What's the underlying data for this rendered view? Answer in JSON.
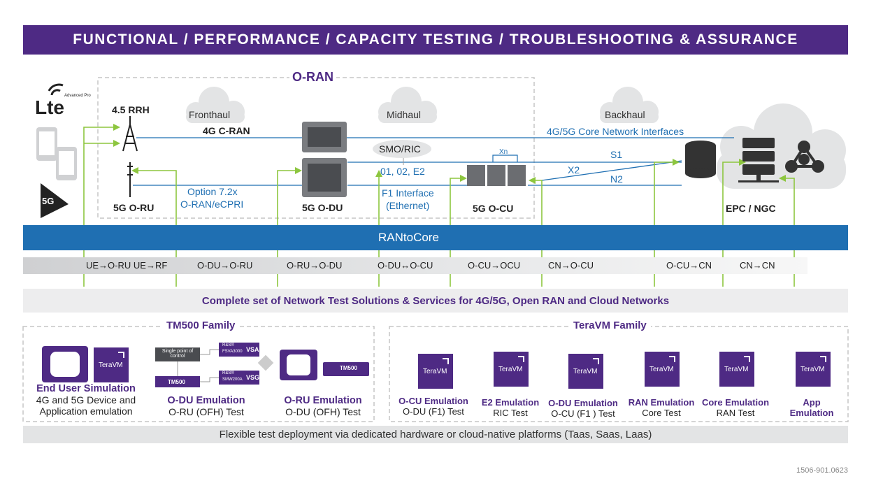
{
  "banner": "FUNCTIONAL / PERFORMANCE / CAPACITY TESTING / TROUBLESHOOTING & ASSURANCE",
  "oran_title": "O-RAN",
  "lte_label": "Lte",
  "lte_sub": "Advanced Pro",
  "badge_5g": "5G",
  "clouds": {
    "fronthaul": "Fronthaul",
    "midhaul": "Midhaul",
    "backhaul": "Backhaul"
  },
  "nodes": {
    "rrh": "4.5 RRH",
    "ru": "5G O-RU",
    "du": "5G O-DU",
    "cu": "5G O-CU",
    "core": "EPC / NGC",
    "smo": "SMO/RIC",
    "xn": "Xn"
  },
  "links": {
    "cran": "4G C-RAN",
    "core_if": "4G/5G Core Network Interfaces",
    "s1": "S1",
    "x2": "X2",
    "n2": "N2",
    "option_l1": "Option 7.2x",
    "option_l2": "O-RAN/eCPRI",
    "e2": "01, 02, E2",
    "f1_l1": "F1 Interface",
    "f1_l2": "(Ethernet)"
  },
  "ran_to_core": "RANtoCore",
  "segments": [
    "UE→O-RU  UE→RF",
    "O-DU→O-RU",
    "O-RU→O-DU",
    "O-DU↔O-CU",
    "O-CU→OCU",
    "CN→O-CU",
    "O-CU→CN",
    "CN→CN"
  ],
  "complete": "Complete set of Network Test Solutions & Services for 4G/5G, Open RAN and Cloud Networks",
  "tm500": {
    "title": "TM500 Family",
    "teravm_tag": "TeraVM",
    "tm500_tag": "TM500",
    "single_point": "Single point of control",
    "rs": "R&S®",
    "fsva": "FSVA3000",
    "vsa": "VSA",
    "smw": "SMW200A",
    "vsg": "VSG",
    "products": [
      {
        "heading": "End User Simulation",
        "l1": "4G and 5G Device and",
        "l2": "Application emulation"
      },
      {
        "heading": "O-DU Emulation",
        "l1": "O-RU (OFH) Test",
        "l2": ""
      },
      {
        "heading": "O-RU Emulation",
        "l1": "O-DU (OFH) Test",
        "l2": ""
      }
    ]
  },
  "teravm": {
    "title": "TeraVM Family",
    "tag": "TeraVM",
    "products": [
      {
        "heading": "O-CU Emulation",
        "sub": "O-DU (F1) Test"
      },
      {
        "heading": "E2 Emulation",
        "sub": "RIC Test"
      },
      {
        "heading": "O-DU Emulation",
        "sub": "O-CU (F1 ) Test"
      },
      {
        "heading": "RAN Emulation",
        "sub": "Core Test"
      },
      {
        "heading": "Core Emulation",
        "sub": "RAN Test"
      },
      {
        "heading": "App Emulation",
        "sub": ""
      }
    ]
  },
  "flexible": "Flexible test deployment via dedicated hardware or cloud-native platforms (Taas, Saas, Laas)",
  "doc_code": "1506-901.0623",
  "colors": {
    "purple": "#4e2a84",
    "blue": "#1f6fb2",
    "green": "#8dc63f",
    "grey": "#c5c5c5"
  }
}
